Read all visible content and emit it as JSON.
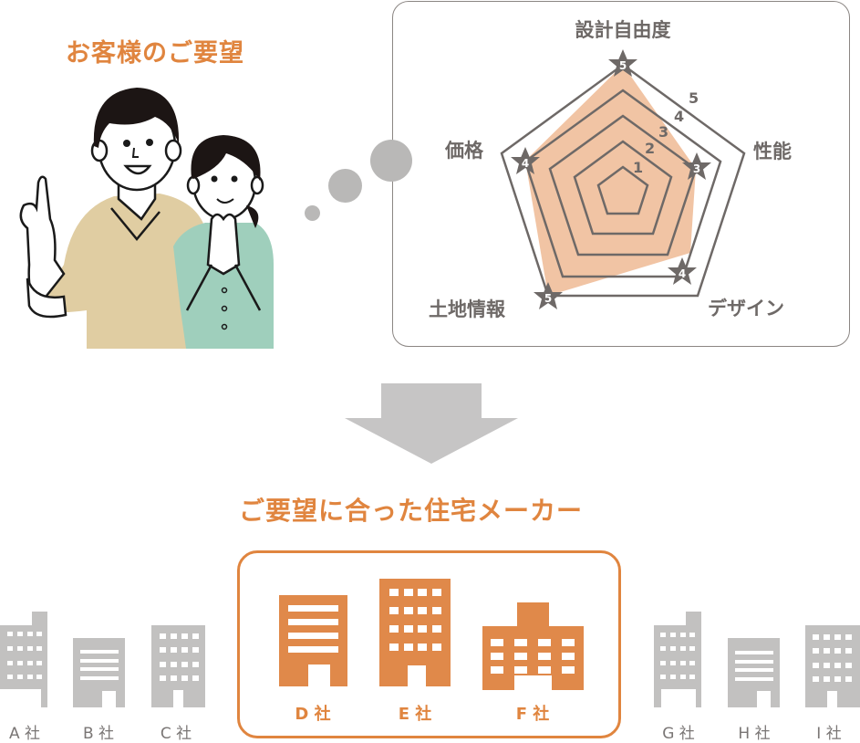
{
  "header": {
    "title": "お客様のご要望"
  },
  "middle": {
    "title": "ご要望に合った住宅メーカー"
  },
  "colors": {
    "accent": "#e0853f",
    "fill": "#f0c19f",
    "grid": "#6e6967",
    "gray_building": "#c2c1c0",
    "arrow": "#c6c5c5"
  },
  "chart_data": {
    "type": "radar",
    "title": "",
    "axes": [
      "設計自由度",
      "性能",
      "デザイン",
      "土地情報",
      "価格"
    ],
    "values": [
      5,
      3,
      4,
      5,
      4
    ],
    "scale_labels": [
      "1",
      "2",
      "3",
      "4",
      "5"
    ],
    "range": [
      0,
      5
    ]
  },
  "radar": {
    "axis_labels": {
      "design_freedom": "設計自由度",
      "performance": "性能",
      "design": "デザイン",
      "land_info": "土地情報",
      "price": "価格"
    },
    "scale": {
      "s1": "1",
      "s2": "2",
      "s3": "3",
      "s4": "4",
      "s5": "5"
    },
    "markers": {
      "design_freedom": "5",
      "performance": "3",
      "design": "4",
      "land_info": "5",
      "price": "4"
    }
  },
  "companies": {
    "other_left": [
      {
        "label": "A 社"
      },
      {
        "label": "B 社"
      },
      {
        "label": "C 社"
      }
    ],
    "selected": [
      {
        "label": "D 社"
      },
      {
        "label": "E 社"
      },
      {
        "label": "F 社"
      }
    ],
    "other_right": [
      {
        "label": "G 社"
      },
      {
        "label": "H 社"
      },
      {
        "label": "I 社"
      }
    ]
  }
}
